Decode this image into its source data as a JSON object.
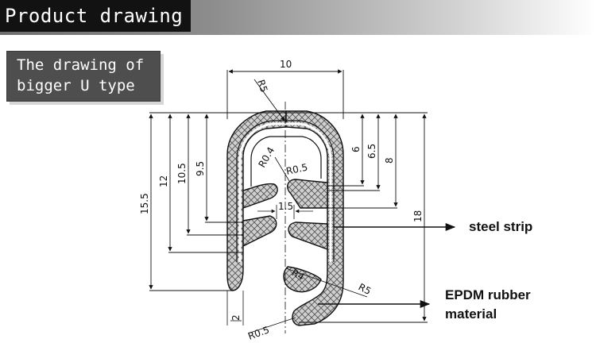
{
  "header": {
    "title": "Product drawing"
  },
  "subtitle": {
    "line1": "The drawing of",
    "line2": "bigger U type"
  },
  "dimensions": {
    "overall_width": "10",
    "radius_outer_top": "R5",
    "radius_inner_top": "R0.4",
    "radius_lip": "R0.5",
    "lip_gap": "1.5",
    "height_left_1": "15.5",
    "height_left_2": "12",
    "height_left_3": "10.5",
    "height_left_4": "9.5",
    "height_right_1": "6",
    "height_right_2": "6.5",
    "height_right_3": "8",
    "height_right_4": "18",
    "radius_inner_bottom": "R4",
    "radius_outer_bottom": "R5",
    "foot_width": "2",
    "radius_foot": "R0.5"
  },
  "callouts": {
    "steel_strip": "steel strip",
    "epdm_line1": "EPDM rubber",
    "epdm_line2": "material"
  },
  "colors": {
    "banner_dark": "#121212",
    "subtitle_bg": "#4e4e4e",
    "rubber_fill": "#cfcfcf",
    "line": "#111111"
  }
}
